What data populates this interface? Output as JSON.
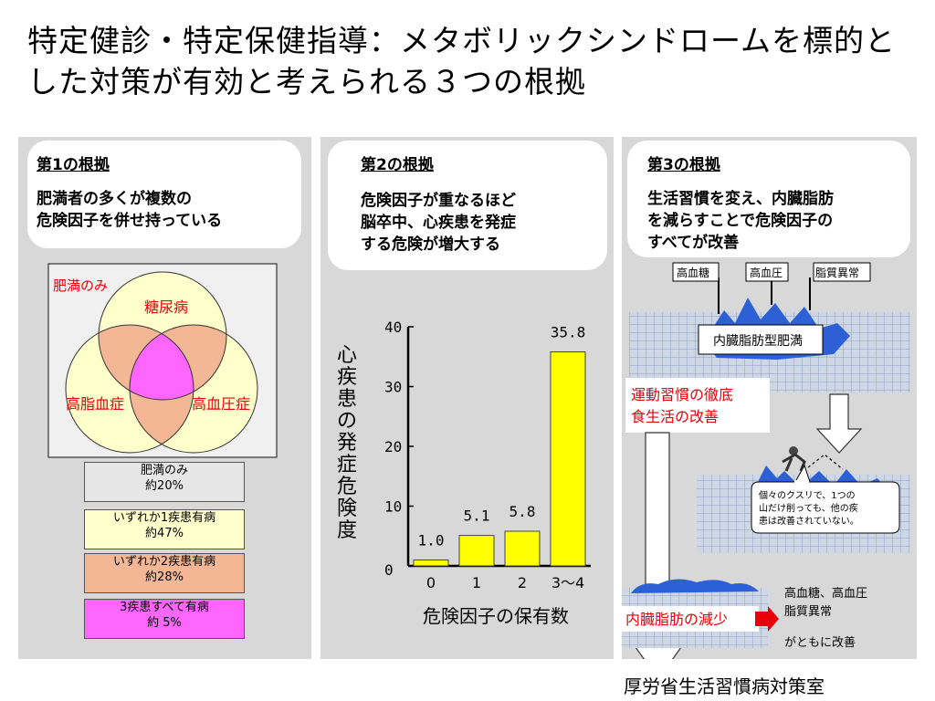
{
  "title": "特定健診・特定保健指導：メタボリックシンドロームを標的とした対策が有効と考えられる３つの根拠",
  "panel1": {
    "heading": "第1の根拠",
    "body": "肥満者の多くが複数の\n危険因子を併せ持っている",
    "venn": {
      "obesity_only": "肥満のみ",
      "diabetes": "糖尿病",
      "hyperlipidemia": "高脂血症",
      "hypertension": "高血圧症"
    },
    "legend": [
      {
        "label": "肥満のみ\n約20%",
        "color": "#e6e6e6"
      },
      {
        "label": "いずれか1疾患有病\n約47%",
        "color": "#ffffcc"
      },
      {
        "label": "いずれか2疾患有病\n約28%",
        "color": "#f4b795"
      },
      {
        "label": "3疾患すべて有病\n約  5%",
        "color": "#ff66ff"
      }
    ]
  },
  "panel2": {
    "heading": "第2の根拠",
    "body": "危険因子が重なるほど\n脳卒中、心疾患を発症\nする危険が増大する"
  },
  "chart_data": {
    "type": "bar",
    "categories": [
      "0",
      "1",
      "2",
      "3～4"
    ],
    "values": [
      1.0,
      5.1,
      5.8,
      35.8
    ],
    "value_labels": [
      "1.0",
      "5.1",
      "5.8",
      "35.8"
    ],
    "xlabel": "危険因子の保有数",
    "ylabel": "心疾患の発症危険度",
    "ylim": [
      0,
      40
    ],
    "yticks": [
      0,
      10,
      20,
      30,
      40
    ],
    "bar_color": "#ffff00",
    "grid": false
  },
  "panel3": {
    "heading": "第3の根拠",
    "body": "生活習慣を変え、内臓脂肪\nを減らすことで危険因子の\nすべてが改善",
    "flags": [
      "高血糖",
      "高血圧",
      "脂質異常"
    ],
    "iceberg_label": "内臓脂肪型肥満",
    "exercise_label": "運動習慣の徹底\n食生活の改善",
    "callout": "個々のクスリで、1つの\n山だけ削っても、他の疾\n患は改善されていない。",
    "reduction_label": "内臓脂肪の減少",
    "result_lines": "高血糖、高血圧\n脂質異常",
    "result_tail": "がともに改善"
  },
  "footer": "厚労省生活習慣病対策室",
  "colors": {
    "panel_bg": "#d8d8d8",
    "red_text": "#e8000b",
    "grid_blue": "#9fb3cf",
    "iceberg_blue": "#2d5fd6"
  }
}
